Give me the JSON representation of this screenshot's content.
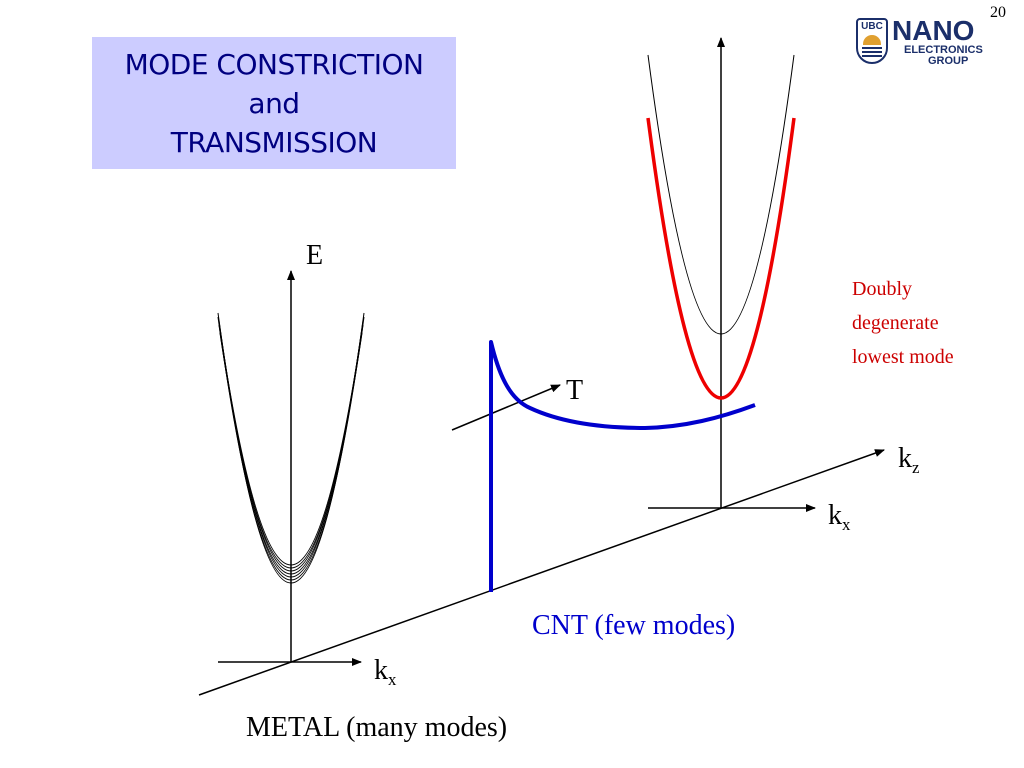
{
  "slide": {
    "number": "20",
    "title_lines": [
      "MODE CONSTRICTION",
      "and",
      "TRANSMISSION"
    ]
  },
  "logo": {
    "ubc": "UBC",
    "nano": "NANO",
    "line1": "ELECTRONICS",
    "line2": "GROUP"
  },
  "labels": {
    "energy_axis": "E",
    "transmission_axis": "T",
    "kz_axis": {
      "base": "k",
      "sub": "z"
    },
    "kx_metal": {
      "base": "k",
      "sub": "x"
    },
    "kx_cnt": {
      "base": "k",
      "sub": "x"
    },
    "metal_caption": "METAL (many modes)",
    "cnt_caption": "CNT (few modes)",
    "annotation_lines": [
      "Doubly",
      "degenerate",
      "lowest mode"
    ]
  },
  "colors": {
    "title_bg": "#ccccff",
    "title_text": "#000080",
    "axes": "#000000",
    "cnt_transmission": "#0000cc",
    "cnt_caption": "#0000cc",
    "lowest_mode": "#ee0000",
    "annotation": "#cc0000"
  }
}
